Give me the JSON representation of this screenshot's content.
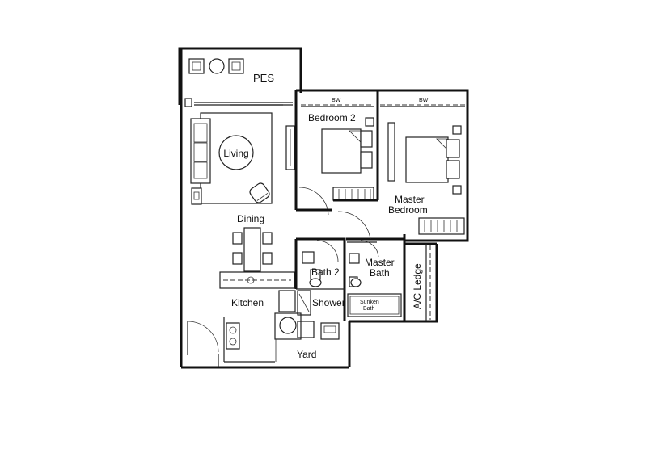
{
  "rooms": {
    "pes": "PES",
    "living": "Living",
    "dining": "Dining",
    "kitchen": "Kitchen",
    "yard": "Yard",
    "bedroom2": "Bedroom 2",
    "master_bedroom_line1": "Master",
    "master_bedroom_line2": "Bedroom",
    "bath2": "Bath 2",
    "master_bath_line1": "Master",
    "master_bath_line2": "Bath",
    "shower": "Shower",
    "sunken_bath_line1": "Sunken",
    "sunken_bath_line2": "Bath",
    "ac_ledge": "A/C Ledge"
  },
  "wardrobes": {
    "bedroom2": "BW",
    "master": "BW"
  }
}
